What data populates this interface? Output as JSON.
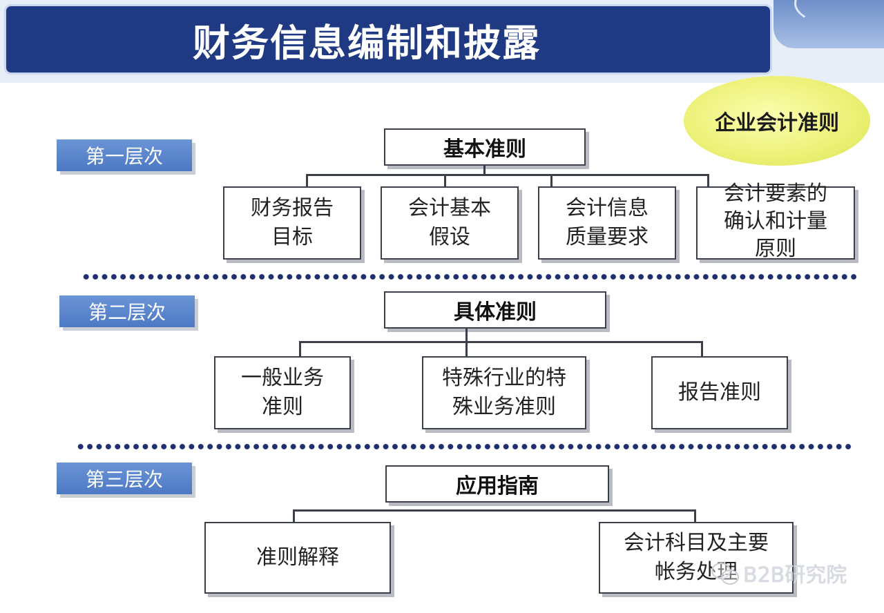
{
  "title": "财务信息编制和披露",
  "badge": "企业会计准则",
  "levels": [
    {
      "label": "第一层次",
      "header": "基本准则",
      "children": [
        "财务报告\n目标",
        "会计基本\n假设",
        "会计信息\n质量要求",
        "会计要素的\n确认和计量\n原则"
      ]
    },
    {
      "label": "第二层次",
      "header": "具体准则",
      "children": [
        "一般业务\n准则",
        "特殊行业的特\n殊业务准则",
        "报告准则"
      ]
    },
    {
      "label": "第三层次",
      "header": "应用指南",
      "children": [
        "准则解释",
        "会计科目及主要\n帐务处理"
      ]
    }
  ],
  "watermark": "B2B研究院",
  "colors": {
    "title_bg": "#1f3a82",
    "label_bg": "#5a85cc",
    "badge": "#eef27a",
    "dots": "#1f2f6e"
  }
}
